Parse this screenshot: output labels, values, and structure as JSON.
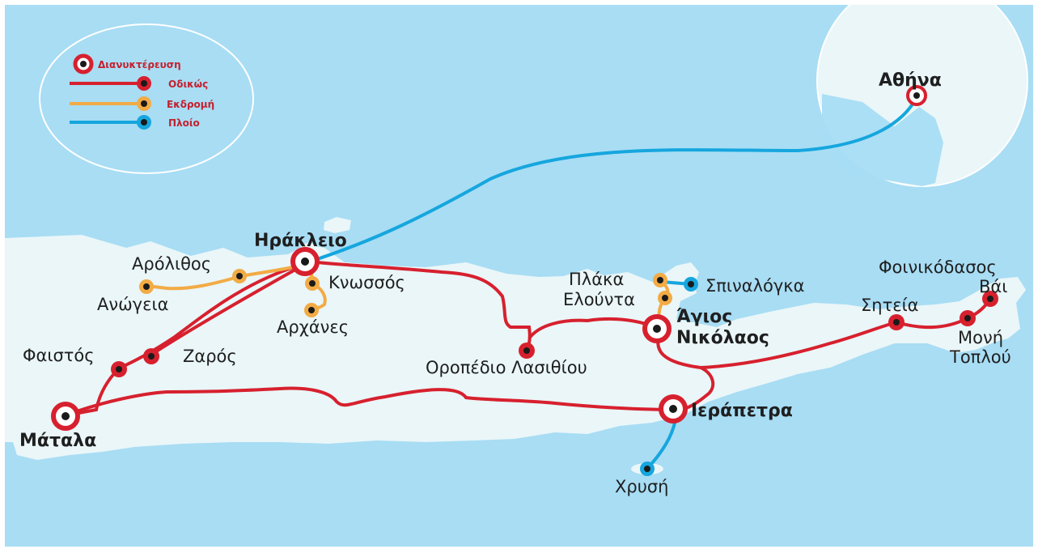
{
  "colors": {
    "sea": "#a8ddf4",
    "land": "#eaf6f8",
    "road": "#d7202e",
    "excursion": "#f2ab45",
    "ferry": "#16a6de",
    "dot": "#1a1a1a"
  },
  "legend": {
    "overnight": "Διανυκτέρευση",
    "road": "Οδικώς",
    "excursion": "Εκδρομή",
    "ferry": "Πλοίο"
  },
  "places": {
    "athina": "Αθήνα",
    "irakleio": "Ηράκλειο",
    "arolithos": "Αρόλιθος",
    "anogeia": "Ανώγεια",
    "knossos": "Κνωσσός",
    "archanes": "Αρχάνες",
    "faistos": "Φαιστός",
    "zaros": "Ζαρός",
    "matala": "Μάταλα",
    "plaka": "Πλάκα",
    "spinalogka": "Σπιναλόγκα",
    "elounta": "Ελούντα",
    "agios_nikolaos_1": "Άγιος",
    "agios_nikolaos_2": "Νικόλαος",
    "oropedio": "Οροπέδιο Λασιθίου",
    "ierapetra": "Ιεράπετρα",
    "chrysi": "Χρυσή",
    "siteia": "Σητεία",
    "vai_1": "Φοινικόδασος",
    "vai_2": "Βάι",
    "toplou_1": "Μονή",
    "toplou_2": "Τοπλού"
  }
}
